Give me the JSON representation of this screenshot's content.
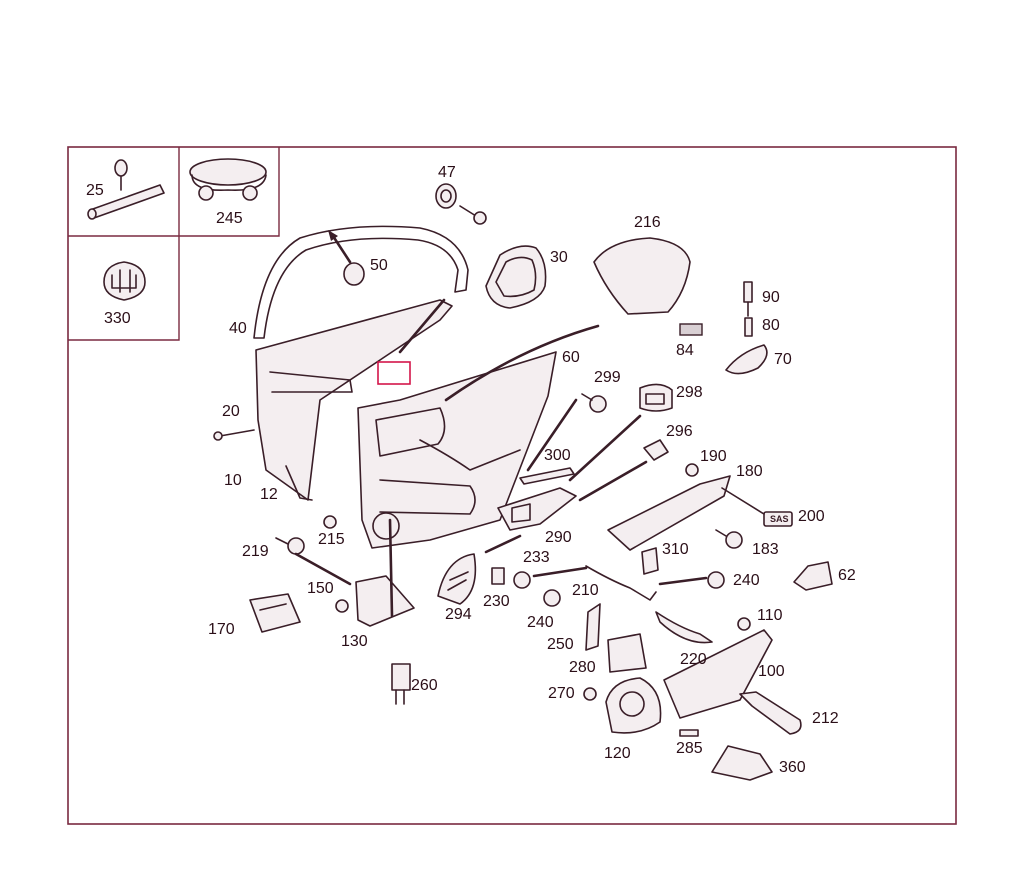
{
  "diagram": {
    "type": "exploded-parts-diagram",
    "callouts": [
      "25",
      "245",
      "330",
      "47",
      "50",
      "30",
      "216",
      "90",
      "80",
      "84",
      "70",
      "40",
      "60",
      "299",
      "298",
      "20",
      "10",
      "12",
      "300",
      "296",
      "190",
      "180",
      "200",
      "183",
      "219",
      "215",
      "290",
      "233",
      "310",
      "62",
      "150",
      "230",
      "210",
      "240",
      "240",
      "170",
      "130",
      "294",
      "250",
      "110",
      "280",
      "220",
      "100",
      "270",
      "260",
      "120",
      "212",
      "285",
      "360"
    ]
  },
  "colors": {
    "frame": "#7a2a40",
    "ink": "#3a1e28",
    "accent": "#d4154a"
  }
}
